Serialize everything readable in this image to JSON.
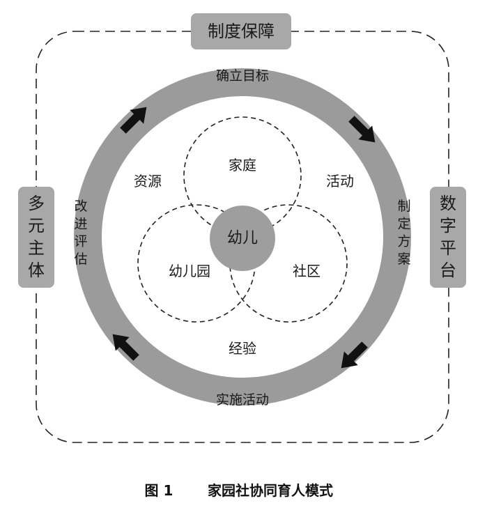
{
  "outer_labels": {
    "top": "制度保障",
    "left": "多元主体",
    "right": "数字平台"
  },
  "cycle_steps": {
    "top": "确立目标",
    "right": "制定方案",
    "bottom": "实施活动",
    "left": "改进评估"
  },
  "inner_words": {
    "resources": "资源",
    "activities": "活动",
    "experience": "经验"
  },
  "venn": {
    "family": "家庭",
    "kindergarten": "幼儿园",
    "community": "社区",
    "center": "幼儿"
  },
  "caption": {
    "figure_no": "图 1",
    "title": "家园社协同育人模式"
  },
  "colors": {
    "ring": "#9b9b9b",
    "center_circle": "#9e9e9e",
    "label_box": "#a8a8a8",
    "arrow": "#111111",
    "dash": "#222222"
  }
}
